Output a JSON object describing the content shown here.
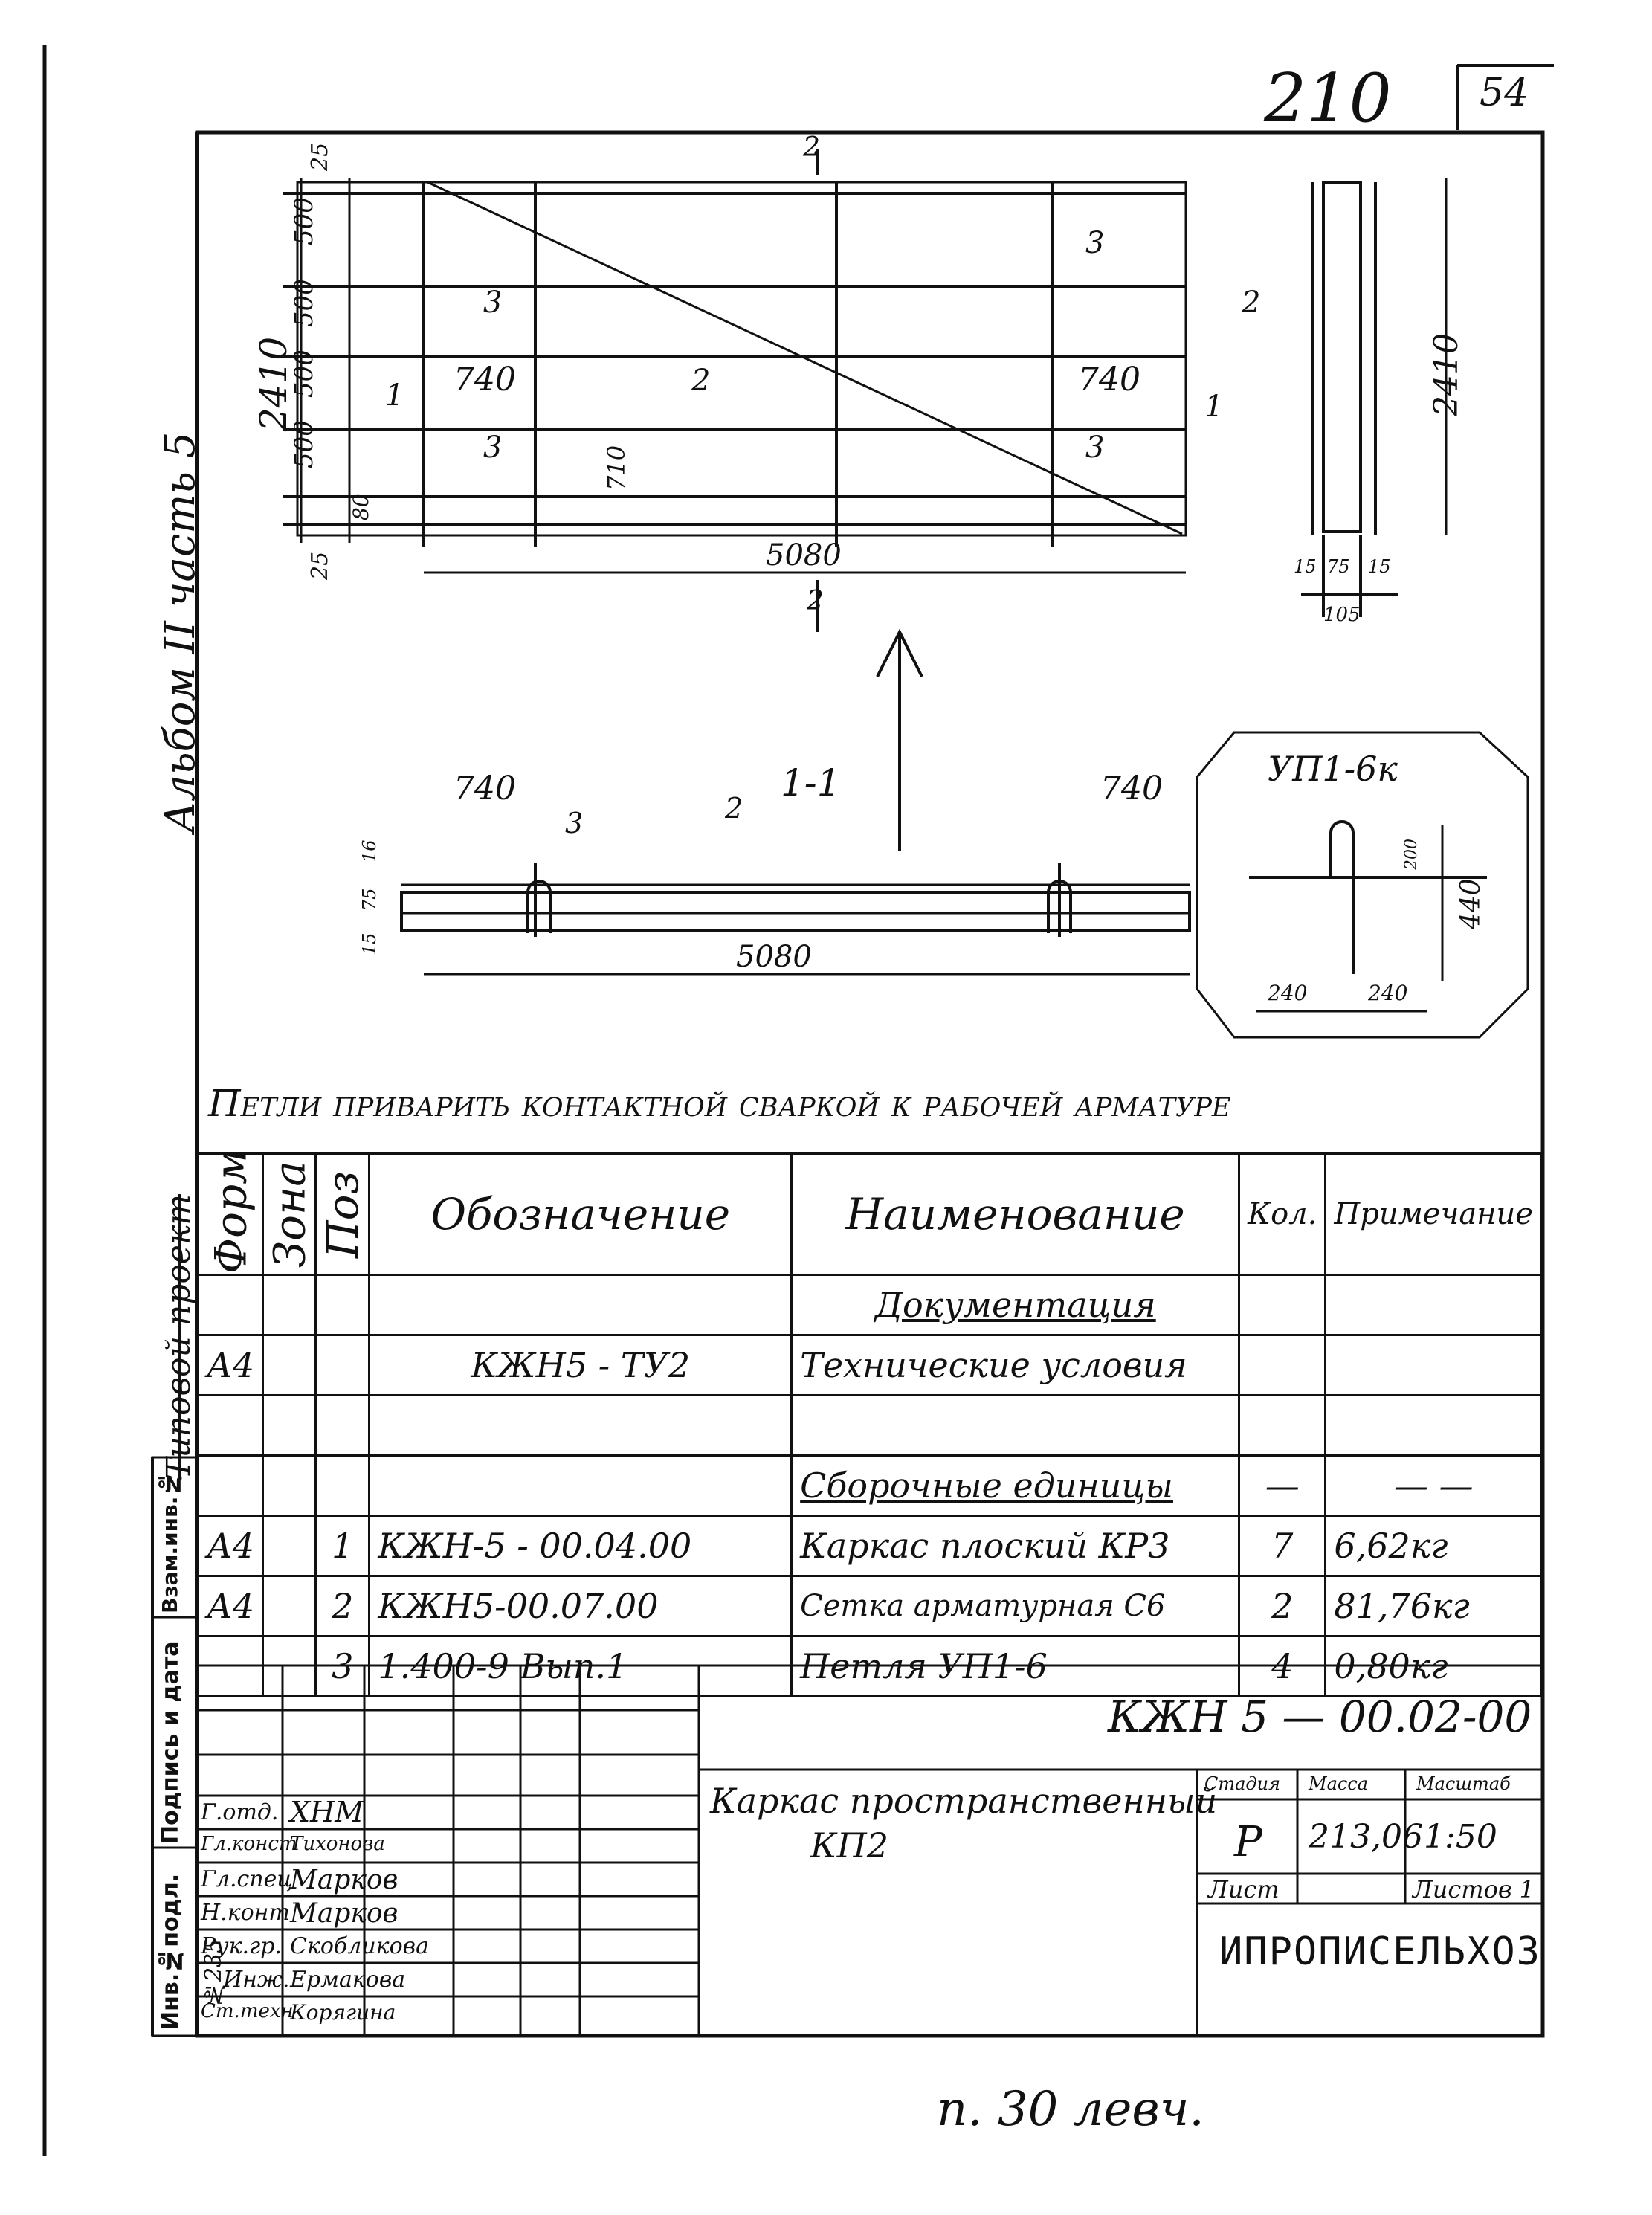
{
  "sheet": {
    "page_number": "210",
    "corner_number": "54",
    "album_note": "Альбом II часть 5",
    "side_stamp": "Типовой проект",
    "bottom_note": "п. 30 левч."
  },
  "drawing": {
    "dims": {
      "d25_top": "25",
      "d500_1": "500",
      "d500_2": "500",
      "d500_3": "500",
      "d500_4": "500",
      "d2410_left": "2410",
      "d80": "80",
      "d25_bot": "25",
      "d740_left": "740",
      "d740_right": "740",
      "d5080_plan": "5080",
      "d710": "710",
      "d2410_side": "2410",
      "d15": "15",
      "d75": "75",
      "d15b": "15",
      "d105": "105",
      "d740_sec_l": "740",
      "d740_sec_r": "740",
      "d5080_sec": "5080",
      "d16": "16",
      "d75_sec": "75",
      "d15_sec": "15",
      "d200": "200",
      "d440": "440",
      "d240_l": "240",
      "d240_r": "240"
    },
    "marks": {
      "pos2_plan": "2",
      "pos3_a": "3",
      "pos3_b": "3",
      "pos3_c": "3",
      "pos3_d": "3",
      "pos3_sec": "3",
      "pos2_sec": "2",
      "pos2_side": "2",
      "sec1_l": "1",
      "sec1_r": "1",
      "sec2_top": "2",
      "sec2_bot": "2",
      "section_title": "1-1",
      "detail_title": "УП1-6к"
    },
    "note": "Петли приварить контактной сваркой к рабочей арматуре"
  },
  "spec": {
    "headers": {
      "format": "Формат",
      "zone": "Зона",
      "pos": "Поз",
      "designation": "Обозначение",
      "name": "Наименование",
      "qty": "Кол.",
      "note": "Примечание"
    },
    "rows": [
      {
        "format": "",
        "pos": "",
        "designation": "",
        "name": "Документация",
        "qty": "",
        "note": ""
      },
      {
        "format": "А4",
        "pos": "",
        "designation": "КЖН5 - ТУ2",
        "name": "Технические условия",
        "qty": "",
        "note": ""
      },
      {
        "format": "",
        "pos": "",
        "designation": "",
        "name": "",
        "qty": "",
        "note": ""
      },
      {
        "format": "",
        "pos": "",
        "designation": "",
        "name": "Сборочные единицы",
        "qty": "—",
        "note": "— —"
      },
      {
        "format": "А4",
        "pos": "1",
        "designation": "КЖН-5 - 00.04.00",
        "name": "Каркас плоский КР3",
        "qty": "7",
        "note": "6,62кг"
      },
      {
        "format": "А4",
        "pos": "2",
        "designation": "КЖН5-00.07.00",
        "name": "Сетка арматурная С6",
        "qty": "2",
        "note": "81,76кг"
      },
      {
        "format": "",
        "pos": "3",
        "designation": "1.400-9 Вып.1",
        "name": "Петля УП1-6",
        "qty": "4",
        "note": "0,80кг"
      }
    ]
  },
  "title_block": {
    "doc_code": "КЖН 5 — 00.02-00",
    "title_line1": "Каркас пространственный",
    "title_line2": "КП2",
    "stage_label": "Стадия",
    "mass_label": "Масса",
    "scale_label": "Масштаб",
    "stage": "Р",
    "mass": "213,06",
    "scale": "1:50",
    "sheet_label": "Лист",
    "sheets_label": "Листов 1",
    "org": "ИПРОПИСЕЛЬХОЗ",
    "roles": [
      {
        "role": "Г.отд.",
        "name": "ХНМ"
      },
      {
        "role": "Гл.конст",
        "name": "Тихонова"
      },
      {
        "role": "Гл.спец",
        "name": "Марков"
      },
      {
        "role": "Н.конт",
        "name": "Марков"
      },
      {
        "role": "Рук.гр.",
        "name": "Скобликова"
      },
      {
        "role": "Инж.",
        "name": "Ермакова"
      },
      {
        "role": "Ст.техн",
        "name": "Корягина"
      }
    ]
  },
  "left_strip": {
    "inv_podl": "Инв.№подл.",
    "sign_date": "Подпись и дата",
    "vzam": "Взам.инв.№",
    "inv_value": "№235"
  }
}
